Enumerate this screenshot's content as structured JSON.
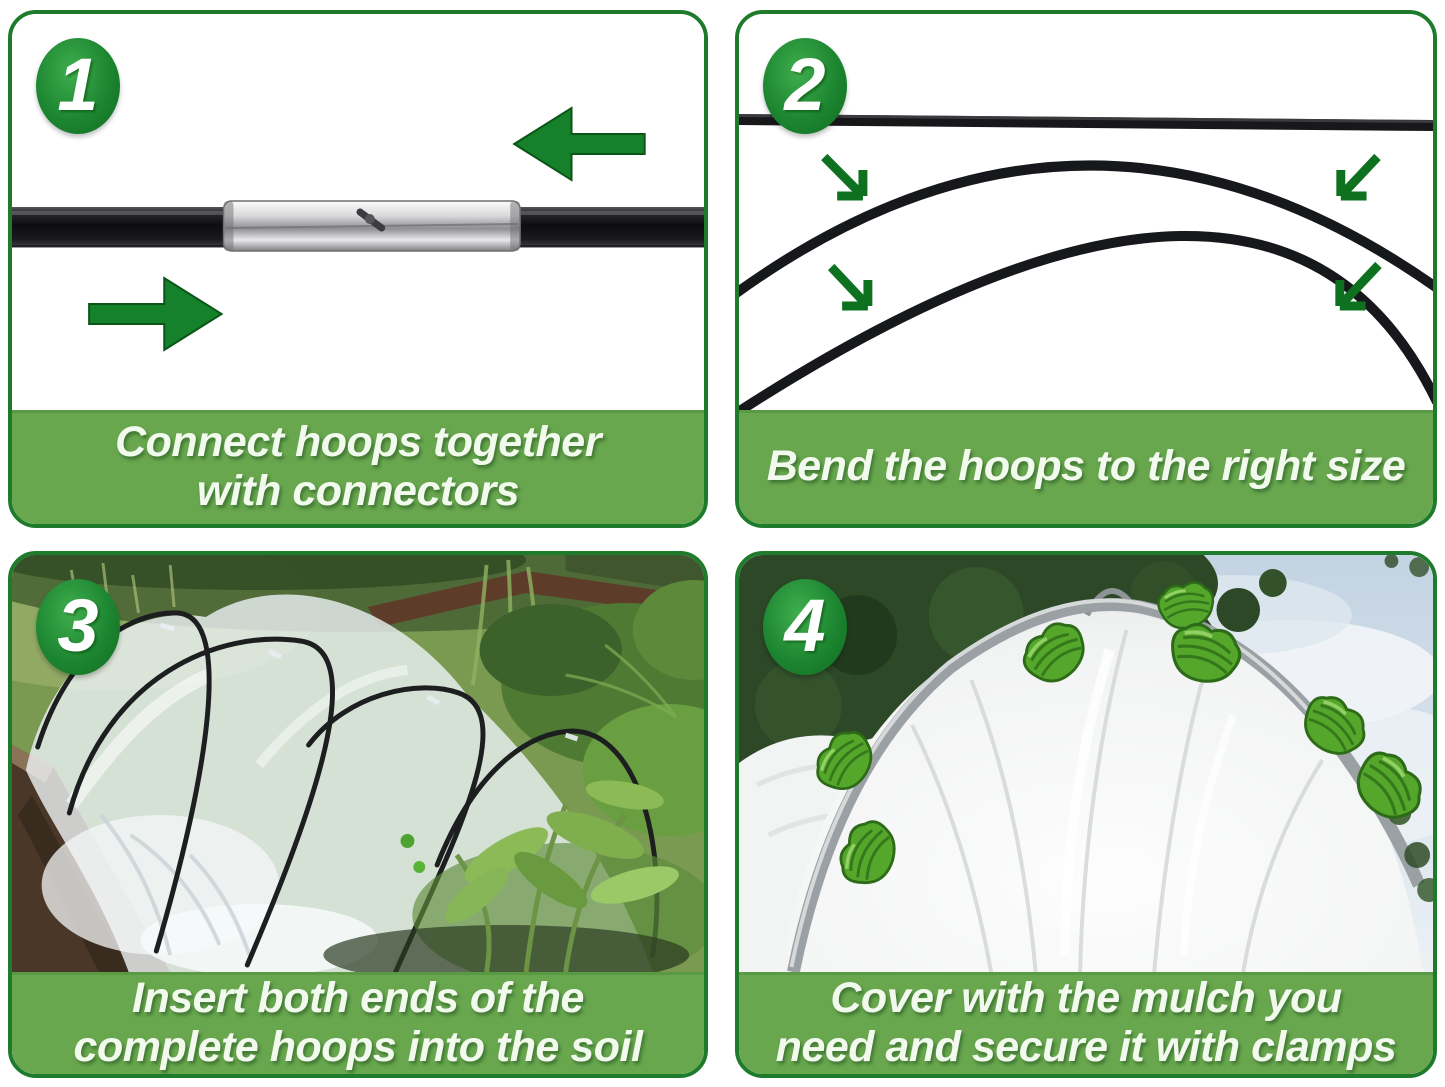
{
  "poster": {
    "type": "product-instruction-infographic",
    "subject": "garden hoop grow tunnel assembly"
  },
  "colors": {
    "panel_border": "#1e7b2b",
    "caption_band": "#68a74e",
    "caption_text": "#f2faee",
    "badge_center": "#3fae4e",
    "badge_edge": "#0f6b20",
    "arrow_green": "#0e7120",
    "pole_black": "#141416",
    "connector_silver": "#c9ccce",
    "clamp_green": "#55a72c"
  },
  "icons": [
    "left-arrow-icon",
    "right-arrow-icon",
    "down-right-arrow-icon",
    "down-left-arrow-icon",
    "clamp-icon"
  ],
  "steps": [
    {
      "number": "1",
      "caption_line1": "Connect hoops together",
      "caption_line2": "with connectors"
    },
    {
      "number": "2",
      "caption_line1": "Bend the hoops to the right size",
      "caption_line2": ""
    },
    {
      "number": "3",
      "caption_line1": "Insert both ends of the",
      "caption_line2": "complete hoops into the soil"
    },
    {
      "number": "4",
      "caption_line1": "Cover with the mulch you",
      "caption_line2": "need and secure it with clamps"
    }
  ]
}
